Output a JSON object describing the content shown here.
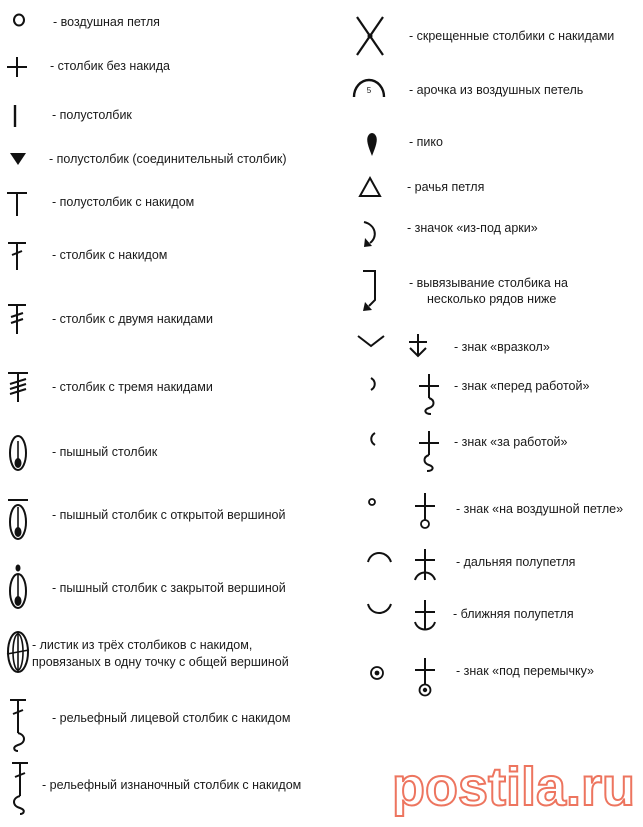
{
  "left_items": [
    {
      "symbol": "chain-stitch-icon",
      "label": "- воздушная петля"
    },
    {
      "symbol": "single-crochet-icon",
      "label": "- столбик без накида"
    },
    {
      "symbol": "slip-stitch-bar-icon",
      "label": "- полустолбик"
    },
    {
      "symbol": "slip-stitch-triangle-icon",
      "label": "- полустолбик (соединительный столбик)"
    },
    {
      "symbol": "half-double-crochet-icon",
      "label": "- полустолбик с накидом"
    },
    {
      "symbol": "double-crochet-icon",
      "label": "- столбик с накидом"
    },
    {
      "symbol": "treble-crochet-icon",
      "label": "- столбик с двумя накидами"
    },
    {
      "symbol": "double-treble-crochet-icon",
      "label": "- столбик с тремя накидами"
    },
    {
      "symbol": "puff-stitch-icon",
      "label": "- пышный столбик"
    },
    {
      "symbol": "puff-stitch-open-icon",
      "label": "- пышный столбик с открытой вершиной"
    },
    {
      "symbol": "puff-stitch-closed-icon",
      "label": "- пышный столбик с закрытой вершиной"
    },
    {
      "symbol": "leaf-cluster-icon",
      "label": "- листик из трёх столбиков с накидом,",
      "label2": "провязаных в одну точку с общей вершиной"
    },
    {
      "symbol": "front-post-dc-icon",
      "label": "- рельефный лицевой столбик с накидом"
    },
    {
      "symbol": "back-post-dc-icon",
      "label": "- рельефный изнаночный столбик с накидом"
    }
  ],
  "right_items": [
    {
      "symbol": "crossed-dc-icon",
      "label": "- скрещенные столбики с накидами"
    },
    {
      "symbol": "chain-arch-icon",
      "badge": "5",
      "label": "- арочка из воздушных петель"
    },
    {
      "symbol": "picot-icon",
      "label": "- пико"
    },
    {
      "symbol": "crab-stitch-icon",
      "label": "- рачья петля"
    },
    {
      "symbol": "under-arch-icon",
      "label": "- значок «из-под арки»"
    },
    {
      "symbol": "rows-below-icon",
      "label": "- вывязывание столбика на",
      "label2": "несколько рядов ниже"
    },
    {
      "symbol": "spread-icon",
      "label": "- знак «вразкол»"
    },
    {
      "symbol": "front-work-icon",
      "label": "- знак «перед работой»"
    },
    {
      "symbol": "back-work-icon",
      "label": "- знак «за работой»"
    },
    {
      "symbol": "on-chain-icon",
      "label": "- знак «на воздушной петле»"
    },
    {
      "symbol": "back-loop-icon",
      "label": "- дальняя полупетля"
    },
    {
      "symbol": "front-loop-icon",
      "label": "- ближняя полупетля"
    },
    {
      "symbol": "under-bar-icon",
      "label": "- знак «под перемычку»"
    }
  ],
  "watermark": {
    "text": "postila.ru",
    "color": "#e8472a"
  }
}
